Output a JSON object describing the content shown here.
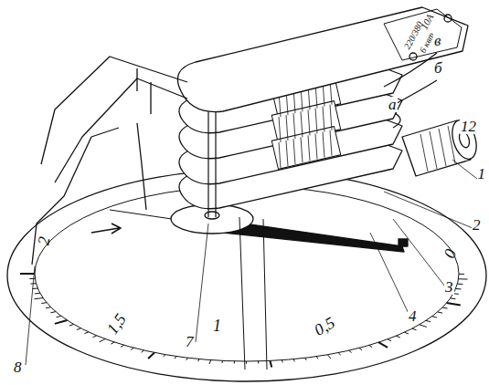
{
  "diagram": {
    "labels": [
      "10А",
      "220/380",
      "6 квт",
      "в",
      "б",
      "а",
      "12",
      "1",
      "2",
      "3",
      "4",
      "7",
      "8",
      "2",
      "1,5",
      "1",
      "0,5",
      "0"
    ]
  }
}
